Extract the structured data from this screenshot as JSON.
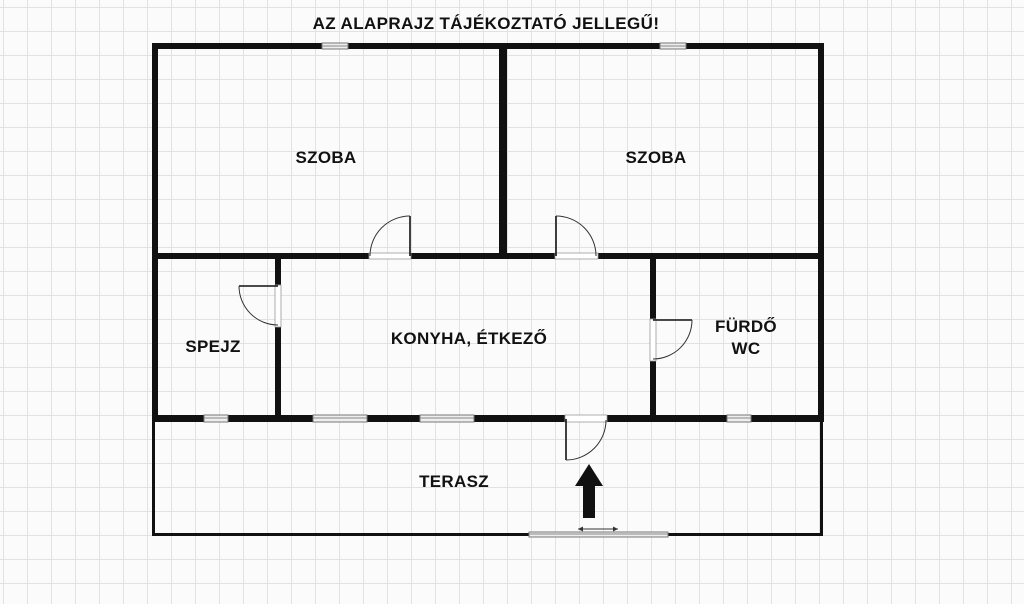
{
  "title": "AZ ALAPRAJZ TÁJÉKOZTATÓ JELLEGŰ!",
  "rooms": {
    "szoba_left": "SZOBA",
    "szoba_right": "SZOBA",
    "spejz": "SPEJZ",
    "konyha": "KONYHA, ÉTKEZŐ",
    "furdo_line1": "FÜRDŐ",
    "furdo_line2": "WC",
    "terasz": "TERASZ"
  },
  "entrance_marker": "arrow-up-icon",
  "colors": {
    "wall": "#111111",
    "grid": "#e2e2e2",
    "background": "#fbfbfb"
  }
}
